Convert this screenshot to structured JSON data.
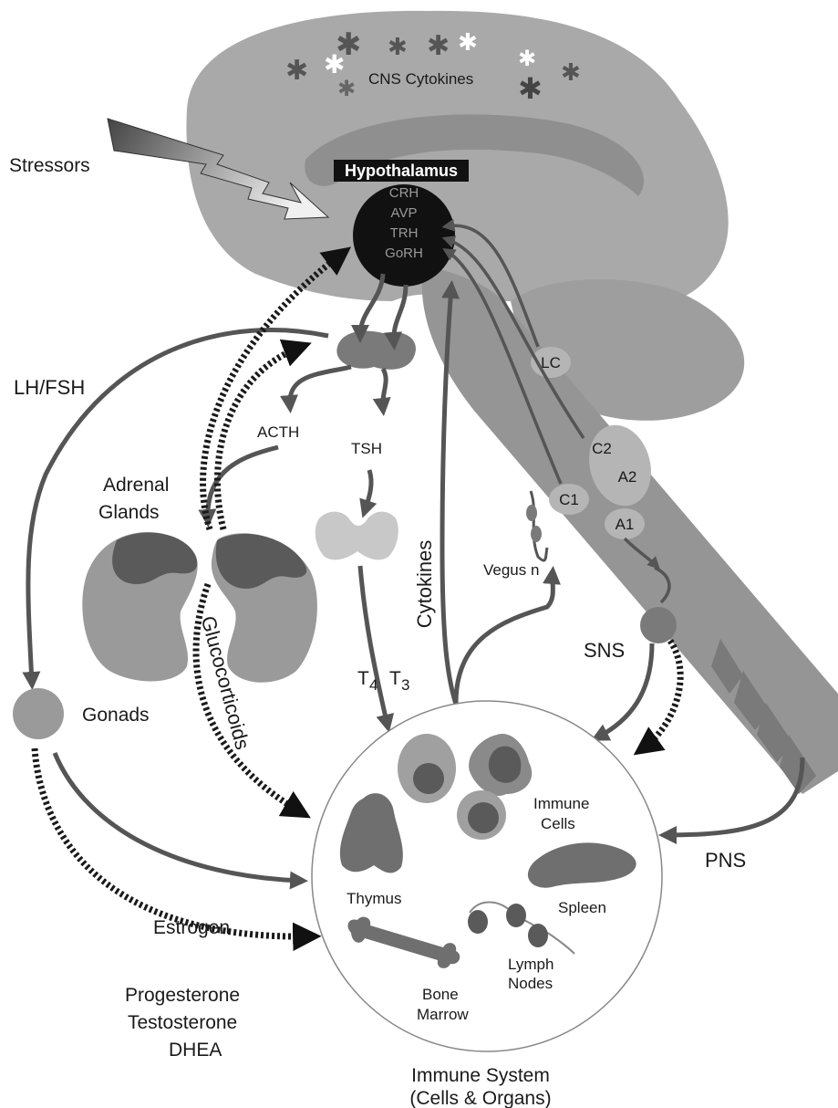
{
  "labels": {
    "cns_cytokines": "CNS Cytokines",
    "stressors": "Stressors",
    "hypothalamus": "Hypothalamus",
    "crh": "CRH",
    "avp": "AVP",
    "trh": "TRH",
    "gorh": "GoRH",
    "lh_fsh": "LH/FSH",
    "acth": "ACTH",
    "tsh": "TSH",
    "adrenal": "Adrenal",
    "glands": "Glands",
    "cytokines": "Cytokines",
    "glucocorticoids": "Glucocorticoids",
    "vegus": "Vegus n",
    "lc": "LC",
    "c2": "C2",
    "a2": "A2",
    "c1": "C1",
    "a1": "A1",
    "sns": "SNS",
    "gonads": "Gonads",
    "t4_base": "T",
    "t4_sub": "4",
    "t3_base": "T",
    "t3_sub": "3",
    "immune_cells_1": "Immune",
    "immune_cells_2": "Cells",
    "thymus": "Thymus",
    "spleen": "Spleen",
    "pns": "PNS",
    "estrogen": "Estrogen",
    "lymph_1": "Lymph",
    "lymph_2": "Nodes",
    "bone_1": "Bone",
    "bone_2": "Marrow",
    "progesterone": "Progesterone",
    "testosterone": "Testosterone",
    "dhea": "DHEA",
    "immune_system_1": "Immune System",
    "immune_system_2": "(Cells & Organs)"
  },
  "colors": {
    "brain": "#a9a9a9",
    "brain_inner": "#8a8a8a",
    "brainstem": "#959595",
    "hypothalamus": "#111111",
    "arrow": "#555555",
    "organ_light": "#9a9a9a",
    "organ_dark": "#5a5a5a"
  }
}
